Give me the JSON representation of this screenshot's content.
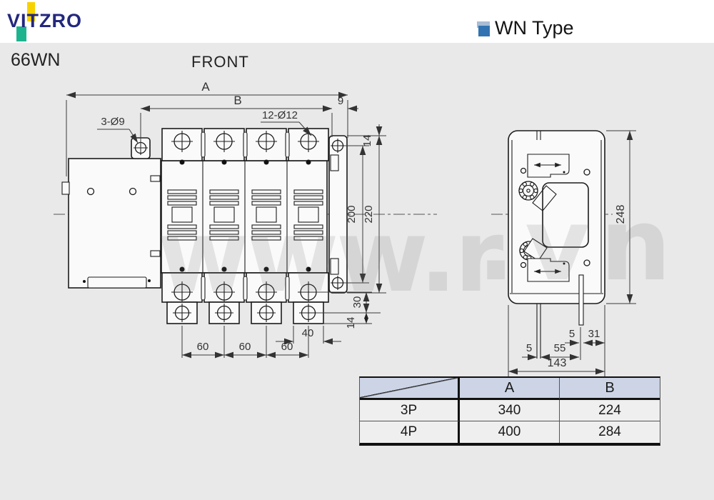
{
  "header": {
    "logo_text": "VITZRO",
    "logo_colors": {
      "text": "#23277d",
      "yellow": "#f8d200",
      "green": "#1cb48e"
    },
    "type_label": "WN Type",
    "bullet_colors": {
      "light": "#a9bcd4",
      "dark": "#3173b2"
    }
  },
  "content": {
    "background": "#e9e9e9",
    "model": "66WN",
    "view_label": "FRONT"
  },
  "front_view": {
    "dim_A": "A",
    "dim_B": "B",
    "dim_9": "9",
    "label_holes_top": "12-Ø12",
    "label_holes_left": "3-Ø9",
    "dim_14_top": "14",
    "dim_200": "200",
    "dim_220": "220",
    "dim_30": "30",
    "dim_14_bottom": "14",
    "dim_40": "40",
    "dim_60": "60"
  },
  "side_view": {
    "dim_248": "248",
    "dim_5_right": "5",
    "dim_31": "31",
    "dim_5_left": "5",
    "dim_55": "55",
    "dim_143": "143"
  },
  "watermark": {
    "left": "www.r",
    "right": ".vn"
  },
  "spec_table": {
    "header_bg": "#ccd4e6",
    "col_a": "A",
    "col_b": "B",
    "rows": [
      {
        "pole": "3P",
        "a": "340",
        "b": "224"
      },
      {
        "pole": "4P",
        "a": "400",
        "b": "284"
      }
    ]
  }
}
